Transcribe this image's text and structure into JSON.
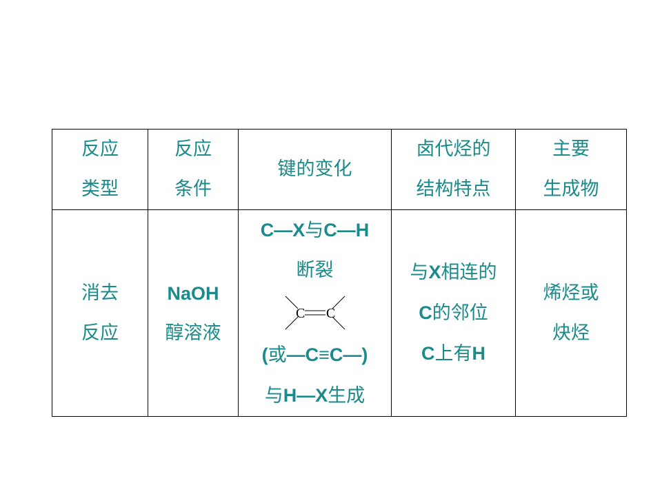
{
  "table": {
    "header": {
      "col1": [
        "反应",
        "类型"
      ],
      "col2": [
        "反应",
        "条件"
      ],
      "col3": "键的变化",
      "col4": [
        "卤代烃的",
        "结构特点"
      ],
      "col5": [
        "主要",
        "生成物"
      ]
    },
    "row": {
      "type": [
        "消去",
        "反应"
      ],
      "condition": {
        "reagent": "NaOH",
        "solvent": "醇溶液"
      },
      "bond": {
        "a1": "C—X",
        "a2": "与",
        "a3": "C—H",
        "b": "断裂",
        "struct_c1": "C",
        "struct_c2": "C",
        "c1": "(",
        "c2": "或",
        "c3": "—C≡C—)",
        "d1": "与",
        "d2": "H—X",
        "d3": "生成"
      },
      "feature": {
        "a1": "与",
        "a2": "X",
        "a3": "相连的",
        "b1": "C",
        "b2": "的邻位",
        "c1": "C",
        "c2": "上有",
        "c3": "H"
      },
      "product": [
        "烯烃或",
        "炔烃"
      ]
    }
  }
}
